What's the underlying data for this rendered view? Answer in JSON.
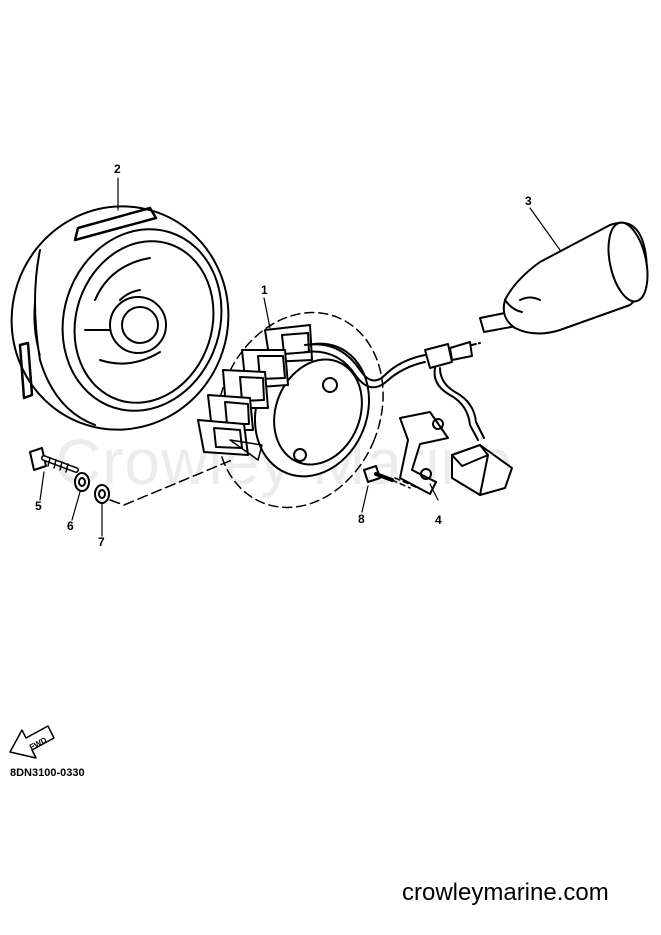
{
  "watermark_text": "Crowley Marine",
  "drawing_code": "8DN3100-0330",
  "fwd_label": "FWD",
  "footer_site": "crowleymarine.com",
  "callouts": {
    "flywheel": "2",
    "stator": "1",
    "cdi_unit": "3",
    "bracket": "4",
    "bolt": "5",
    "washer": "6",
    "plain_washer": "7",
    "screw": "8"
  }
}
